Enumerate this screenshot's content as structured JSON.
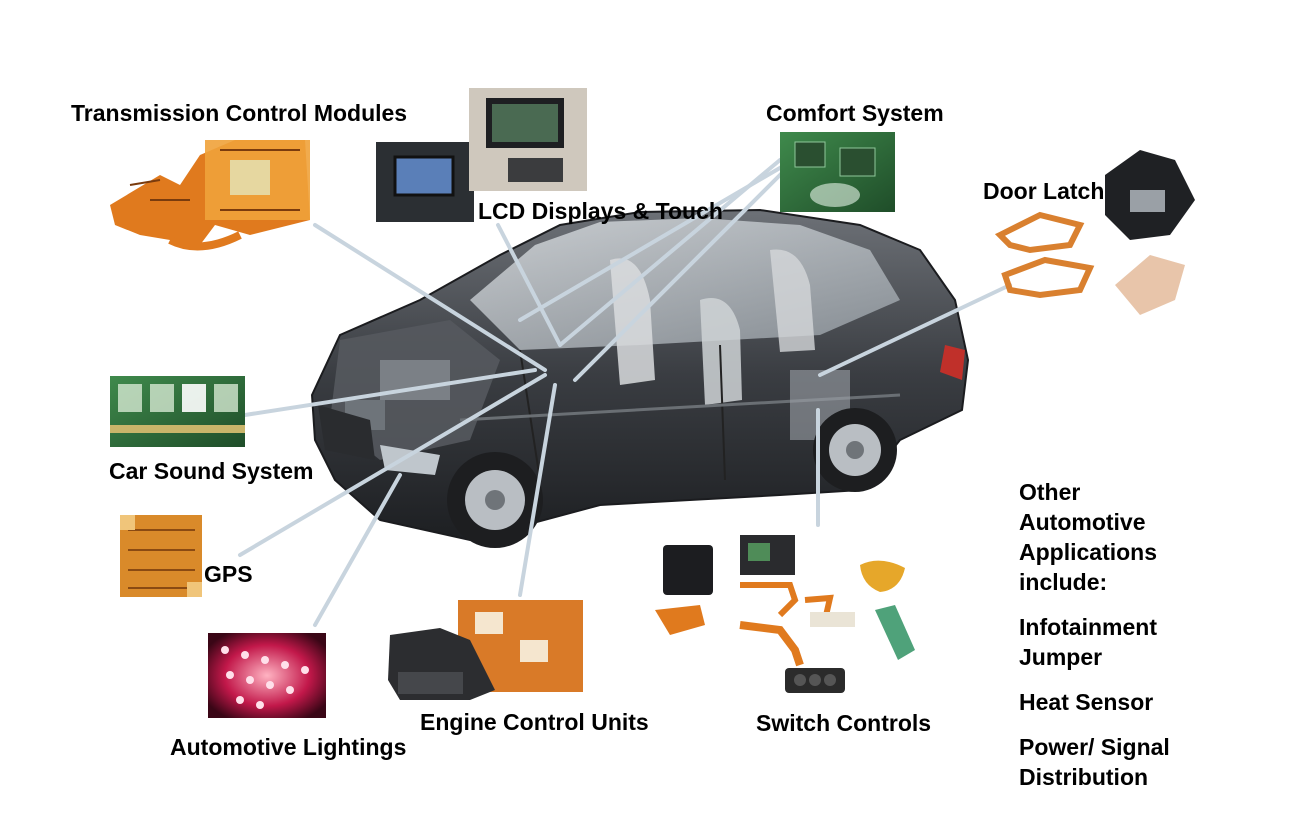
{
  "labels": {
    "transmission": "Transmission Control Modules",
    "lcd": "LCD Displays & Touch",
    "comfort": "Comfort System",
    "door": "Door Latch",
    "sound": "Car Sound System",
    "gps": "GPS",
    "lighting": "Automotive Lightings",
    "engine": "Engine Control Units",
    "switch": "Switch Controls"
  },
  "notes": {
    "intro": "Other\nAutomotive\nApplications\ninclude:",
    "item1": "Infotainment\nJumper",
    "item2": "Heat Sensor",
    "item3": "Power/ Signal\nDistribution"
  },
  "colors": {
    "connector": "#c8d4de",
    "flex_orange": "#e07a1e",
    "pcb_green": "#2f6b3a",
    "car_body": "#3a3d42"
  }
}
